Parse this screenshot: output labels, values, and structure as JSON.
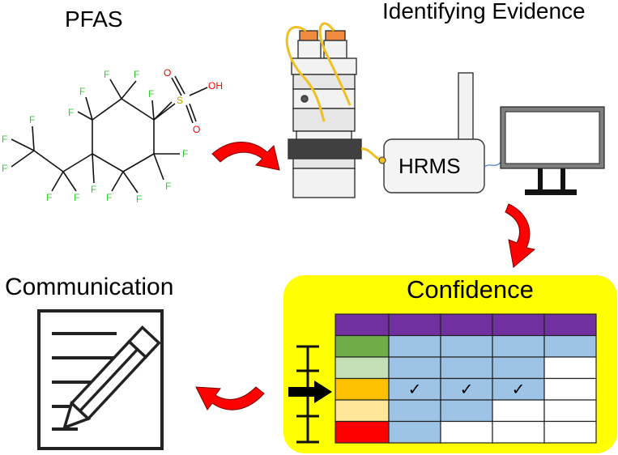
{
  "labels": {
    "pfas": "PFAS",
    "identifying_evidence": "Identifying Evidence",
    "hrms": "HRMS",
    "communication": "Communication",
    "confidence": "Confidence"
  },
  "molecule": {
    "fluorine_symbol": "F",
    "sulfur_symbol": "S",
    "oxygen_symbol": "O",
    "hydroxyl": "OH"
  },
  "confidence_table": {
    "check_mark": "✓",
    "level_colors": [
      "#70ad47",
      "#c5e0b4",
      "#ffc000",
      "#ffe699",
      "#ff0000"
    ],
    "header_color": "#7030a0",
    "filled_cell_color": "#9dc3e6",
    "rows": [
      [
        "filled",
        "filled",
        "filled",
        "filled"
      ],
      [
        "filled",
        "filled",
        "filled",
        "empty"
      ],
      [
        "check",
        "check",
        "check",
        "empty"
      ],
      [
        "filled",
        "filled",
        "empty",
        "empty"
      ],
      [
        "filled",
        "empty",
        "empty",
        "empty"
      ]
    ]
  },
  "colors": {
    "arrow_red": "#ff0000",
    "confidence_panel": "#ffff00",
    "fluorine": "#33cc33",
    "oxygen": "#ff0000",
    "sulfur": "#b8a000",
    "tubing": "#f0c020"
  },
  "icons": [
    "chemical-structure",
    "lc-stack-icon",
    "mass-spectrometer",
    "monitor-icon",
    "document-pencil-icon",
    "red-curved-arrow"
  ]
}
